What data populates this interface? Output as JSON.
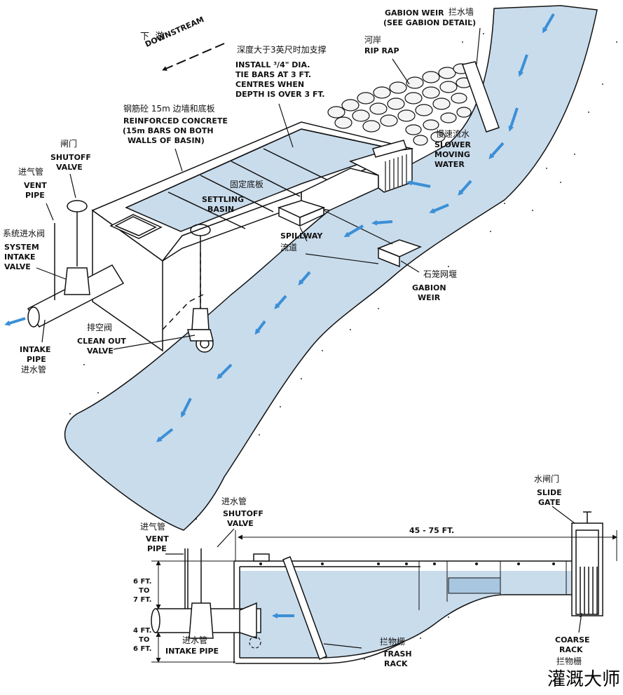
{
  "colors": {
    "water": "#c9dcec",
    "water_dark": "#a9c6e0",
    "arrow": "#3b8fd6",
    "ink": "#111111",
    "rock": "#eeeeee"
  },
  "top_view": {
    "downstream_cn": "下  游",
    "downstream_en": "DOWNSTREAM",
    "gabion_weir_top_en": "GABION WEIR",
    "gabion_weir_top_cn": "拦水墙",
    "see_gabion_detail": "(SEE GABION DETAIL)",
    "tie_bars_cn": "深度大于3英尺时加支撑",
    "tie_bars_en_1": "INSTALL ³/4\" DIA.",
    "tie_bars_en_2": "TIE BARS AT 3 FT.",
    "tie_bars_en_3": "CENTRES WHEN",
    "tie_bars_en_4": "DEPTH IS OVER 3 FT.",
    "rip_rap_cn": "河岸",
    "rip_rap_en": "RIP RAP",
    "reinforced_cn": "钢筋砼 15m 边墙和底板",
    "reinforced_en_1": "REINFORCED CONCRETE",
    "reinforced_en_2": "(15m BARS ON BOTH",
    "reinforced_en_3": "WALLS OF BASIN)",
    "shutoff_cn": "闸门",
    "shutoff_en_1": "SHUTOFF",
    "shutoff_en_2": "VALVE",
    "vent_cn": "进气管",
    "vent_en_1": "VENT",
    "vent_en_2": "PIPE",
    "system_intake_cn": "系统进水阀",
    "system_intake_en_1": "SYSTEM",
    "system_intake_en_2": "INTAKE",
    "system_intake_en_3": "VALVE",
    "intake_pipe_en_1": "INTAKE",
    "intake_pipe_en_2": "PIPE",
    "intake_pipe_cn": "进水管",
    "slower_cn": "慢速流水",
    "slower_en_1": "SLOWER",
    "slower_en_2": "MOVING",
    "slower_en_3": "WATER",
    "fixed_floor_cn": "固定底板",
    "settling_en_1": "SETTLING",
    "settling_en_2": "BASIN",
    "spillway_en": "SPILLWAY",
    "spillway_cn": "流道",
    "gabion_cn": "石笼网堰",
    "gabion_en_1": "GABION",
    "gabion_en_2": "WEIR",
    "cleanout_cn": "排空阀",
    "cleanout_en_1": "CLEAN OUT",
    "cleanout_en_2": "VALVE"
  },
  "section_view": {
    "intake_top_cn": "进水管",
    "shutoff_en_1": "SHUTOFF",
    "shutoff_en_2": "VALVE",
    "vent_cn": "进气管",
    "vent_en_1": "VENT",
    "vent_en_2": "PIPE",
    "length_dim": "45 - 75 FT.",
    "dim_upper_1": "6 FT.",
    "dim_upper_2": "TO",
    "dim_upper_3": "7 FT.",
    "dim_lower_1": "4 FT.",
    "dim_lower_2": "TO",
    "dim_lower_3": "6 FT.",
    "intake_pipe_cn": "进水管",
    "intake_pipe_en": "INTAKE PIPE",
    "trash_cn": "拦物栅",
    "trash_en_1": "TRASH",
    "trash_en_2": "RACK",
    "slide_cn": "水闸门",
    "slide_en_1": "SLIDE",
    "slide_en_2": "GATE",
    "coarse_en_1": "COARSE",
    "coarse_en_2": "RACK",
    "coarse_cn": "拦物栅"
  },
  "watermark": "灌溉大师"
}
